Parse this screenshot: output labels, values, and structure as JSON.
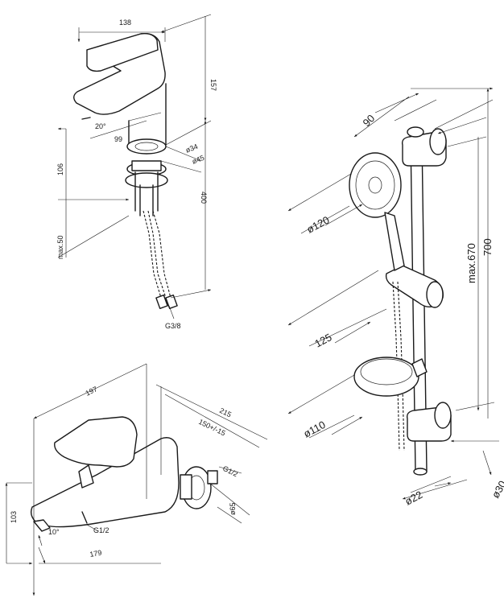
{
  "basin_mixer": {
    "width": "138",
    "height": "157",
    "reach": "99",
    "angle": "20°",
    "hole_d1": "ø34",
    "hole_d2": "ø45",
    "base_height": "106",
    "deck_thickness": "max.50",
    "hose_length": "400",
    "hose_thread": "G3/8"
  },
  "bath_mixer": {
    "width": "197",
    "depth": "215",
    "centres": "150+/-15",
    "thread_top": "G1/2",
    "thread_bottom": "G1/2",
    "flange_d": "ø65",
    "height": "103",
    "angle": "10°",
    "spout_length": "179"
  },
  "shower_set": {
    "holder_projection": "90",
    "head_d": "ø120",
    "slide_offset": "125",
    "dish_d": "ø110",
    "rail_d": "ø22",
    "bracket_d": "ø30",
    "rail_max": "max.670",
    "rail_total": "700"
  }
}
